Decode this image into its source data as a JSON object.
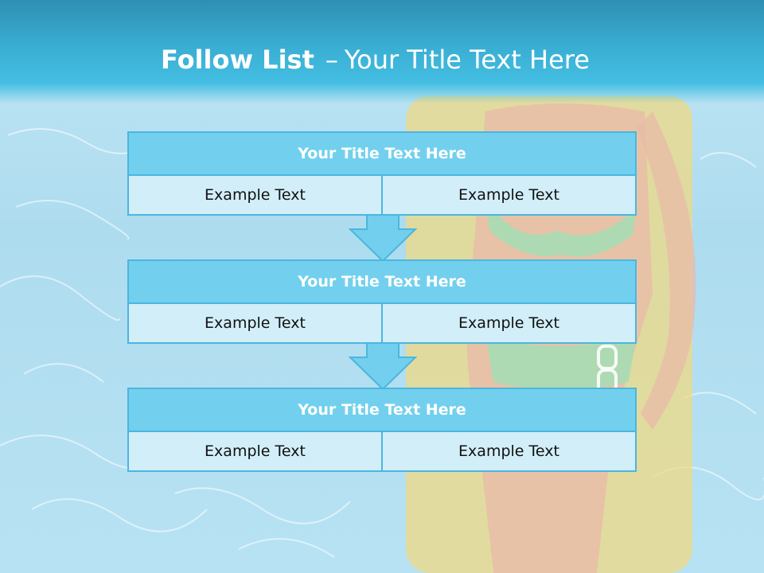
{
  "title": {
    "bold": "Follow List",
    "dash": "–",
    "rest": "Your Title Text Here"
  },
  "blocks": [
    {
      "title": "Your Title Text Here",
      "left": "Example Text",
      "right": "Example Text"
    },
    {
      "title": "Your Title Text Here",
      "left": "Example Text",
      "right": "Example Text"
    },
    {
      "title": "Your Title Text Here",
      "left": "Example Text",
      "right": "Example Text"
    }
  ],
  "colors": {
    "header": "#3aaed3",
    "block_title": "#72d0ee",
    "block_cell": "#d2eef9",
    "border": "#4bb6df"
  }
}
